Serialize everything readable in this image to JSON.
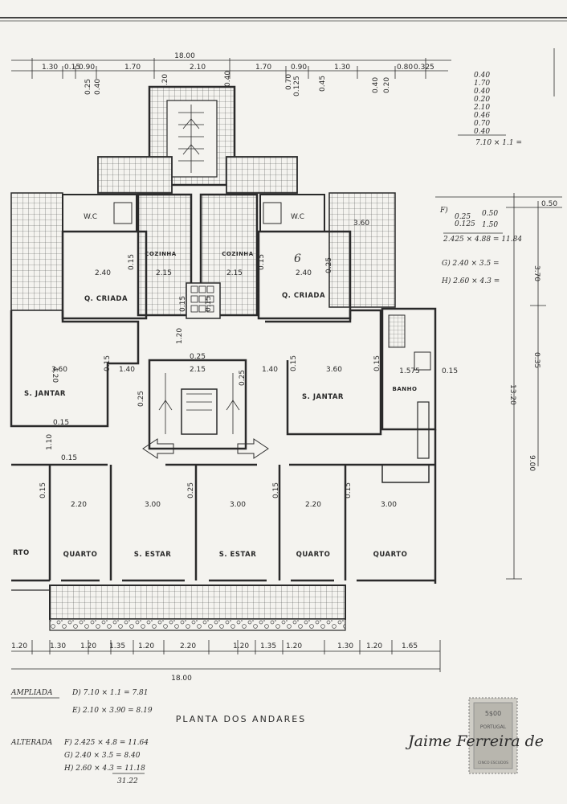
{
  "sheet_title": "PLANTA DOS ANDARES",
  "top_dims": {
    "overall": "18.00",
    "segments": [
      "1.30",
      "0.15",
      "0.90",
      "1.70",
      "2.10",
      "1.70",
      "0.90",
      "1.30",
      "0.80",
      "0.325"
    ],
    "vertical": [
      "0.25",
      "0.40",
      "0.20",
      "0.40",
      "0.70",
      "0.125",
      "0.45",
      "0.40",
      "0.20"
    ]
  },
  "bottom_dims": {
    "overall": "18.00",
    "segments": [
      "1.20",
      "1.30",
      "1.20",
      "1.35",
      "1.20",
      "2.20",
      "1.20",
      "1.35",
      "1.20",
      "1.30",
      "1.20",
      "1.65"
    ]
  },
  "right_dims": {
    "top": "0.50",
    "upper": "3.70",
    "overall": "13.20",
    "middle": "0.35",
    "lower": "9.00"
  },
  "rooms": {
    "q_criada_left": "Q. CRIADA",
    "q_criada_right": "Q. CRIADA",
    "cozinha_left": "COZINHA",
    "cozinha_right": "COZINHA",
    "s_jantar_left": "S. JANTAR",
    "s_jantar_right": "S. JANTAR",
    "banho": "BANHO",
    "quarto_1": "QUARTO",
    "s_estar_1": "S. ESTAR",
    "s_estar_2": "S. ESTAR",
    "quarto_2": "QUARTO",
    "quarto_3": "QUARTO",
    "quarto_left_edge": "RTO",
    "wc_left": "W.C",
    "wc_right": "W.C"
  },
  "inner_dims": {
    "q_criada_w": "2.40",
    "cozinha_w": "2.15",
    "s_jantar_w": "3.60",
    "corridor": "1.40",
    "stair_w": "2.15",
    "banho_w": "1.575",
    "quarto_w": "2.20",
    "s_estar_w": "3.00",
    "wall": "0.15",
    "wall_thick": "0.25",
    "h1": "1.20",
    "h2": "4.20",
    "h3": "1.10",
    "upper_room": "3.60"
  },
  "notes": {
    "top_calc": [
      "0.40",
      "1.70",
      "0.40",
      "0.20",
      "2.10",
      "0.46",
      "0.70",
      "0.40"
    ],
    "top_calc_result": "7.10 × 1.1 =",
    "f_lines": [
      "0.25",
      "0.125",
      "0.50",
      "1.50",
      "2.425 × 4.88 = 11.84"
    ],
    "f_label": "F)",
    "g_line": "G) 2.40 × 3.5 =",
    "h_line": "H) 2.60 × 4.3 =",
    "ampliada_label": "AMPLIADA",
    "ampliada_d": "D) 7.10 × 1.1 = 7.81",
    "ampliada_e": "E) 2.10 × 3.90 = 8.19",
    "alterada_label": "ALTERADA",
    "alterada_f": "F) 2.425 × 4.8 = 11.64",
    "alterada_g": "G) 2.40 × 3.5 = 8.40",
    "alterada_h": "H) 2.60 × 4.3 = 11.18",
    "alterada_total": "31.22",
    "room_number": "6"
  },
  "stamp": {
    "value": "5$00",
    "country": "PORTUGAL",
    "label": "CINCO ESCUDOS"
  },
  "signature": "Jaime Ferreira de",
  "colors": {
    "ink": "#2a2a2a",
    "paper": "#f4f3ef",
    "grid": "#555555"
  }
}
